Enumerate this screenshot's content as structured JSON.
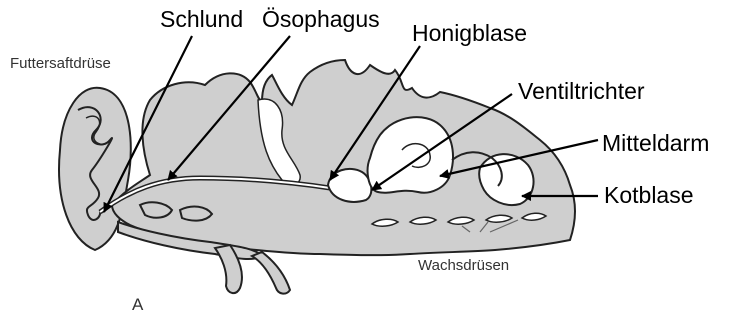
{
  "labels": {
    "schlund": "Schlund",
    "oesophagus": "Ösophagus",
    "honigblase": "Honigblase",
    "ventiltrichter": "Ventiltrichter",
    "mitteldarm": "Mitteldarm",
    "kotblase": "Kotblase",
    "futtersaftdruese": "Futtersaftdrüse",
    "wachsdruesen": "Wachsdrüsen"
  },
  "panel_label": "A",
  "colors": {
    "body_fill": "#cfcfcf",
    "organ_fill": "#ffffff",
    "outline": "#222222",
    "arrow": "#000000"
  }
}
